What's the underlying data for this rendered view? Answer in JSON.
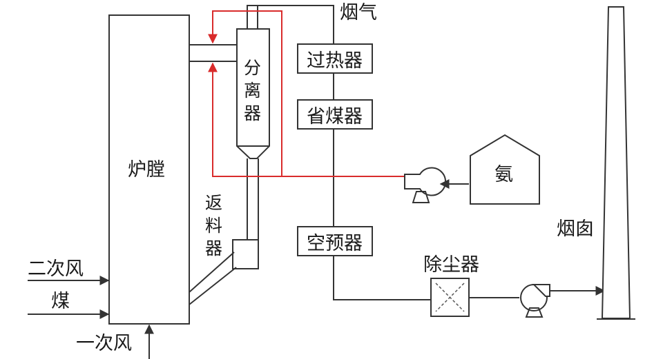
{
  "labels": {
    "furnace": "炉膛",
    "separator": [
      "分",
      "离",
      "器"
    ],
    "return_feeder": [
      "返",
      "料",
      "器"
    ],
    "flue_gas": "烟气",
    "superheater": "过热器",
    "economizer": "省煤器",
    "air_preheater": "空预器",
    "ammonia": "氨",
    "dust_collector": "除尘器",
    "chimney": "烟囱",
    "secondary_air": "二次风",
    "coal": "煤",
    "primary_air": "一次风"
  },
  "colors": {
    "line": "#333333",
    "ammonia_line": "#d92b2b"
  }
}
